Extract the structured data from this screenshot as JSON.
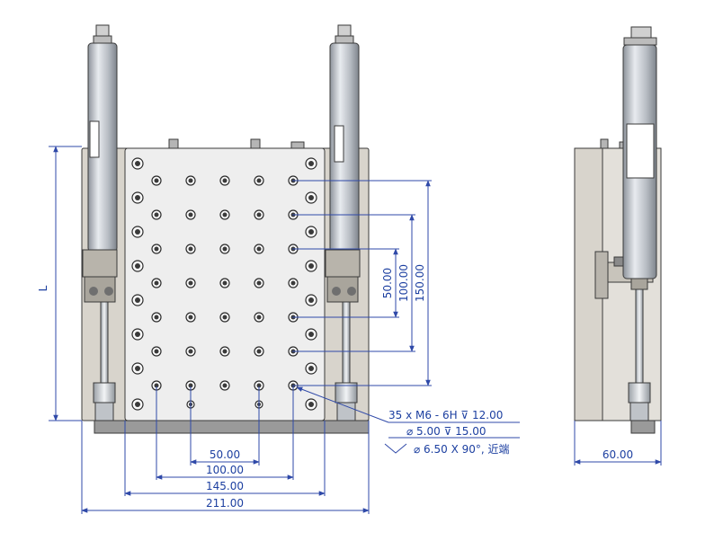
{
  "front_view": {
    "dimensions": {
      "overall_height": "L",
      "vertical_pitch": [
        "50.00",
        "100.00",
        "150.00"
      ],
      "horizontal_pitch": [
        "50.00",
        "100.00",
        "145.00",
        "211.00"
      ]
    },
    "hole_callout": {
      "line1": "35 x  M6 - 6H ⊽ 12.00",
      "line2": "⌀ 5.00 ⊽ 15.00",
      "line3": "⌀ 6.50 X 90°, 近端"
    }
  },
  "side_view": {
    "dimensions": {
      "depth": "60.00"
    }
  },
  "colors": {
    "dimension": "#2f49a8",
    "table_top": "#eeeeee",
    "base_plate": "#d8d4cc",
    "actuator": "#c8ccd2"
  }
}
